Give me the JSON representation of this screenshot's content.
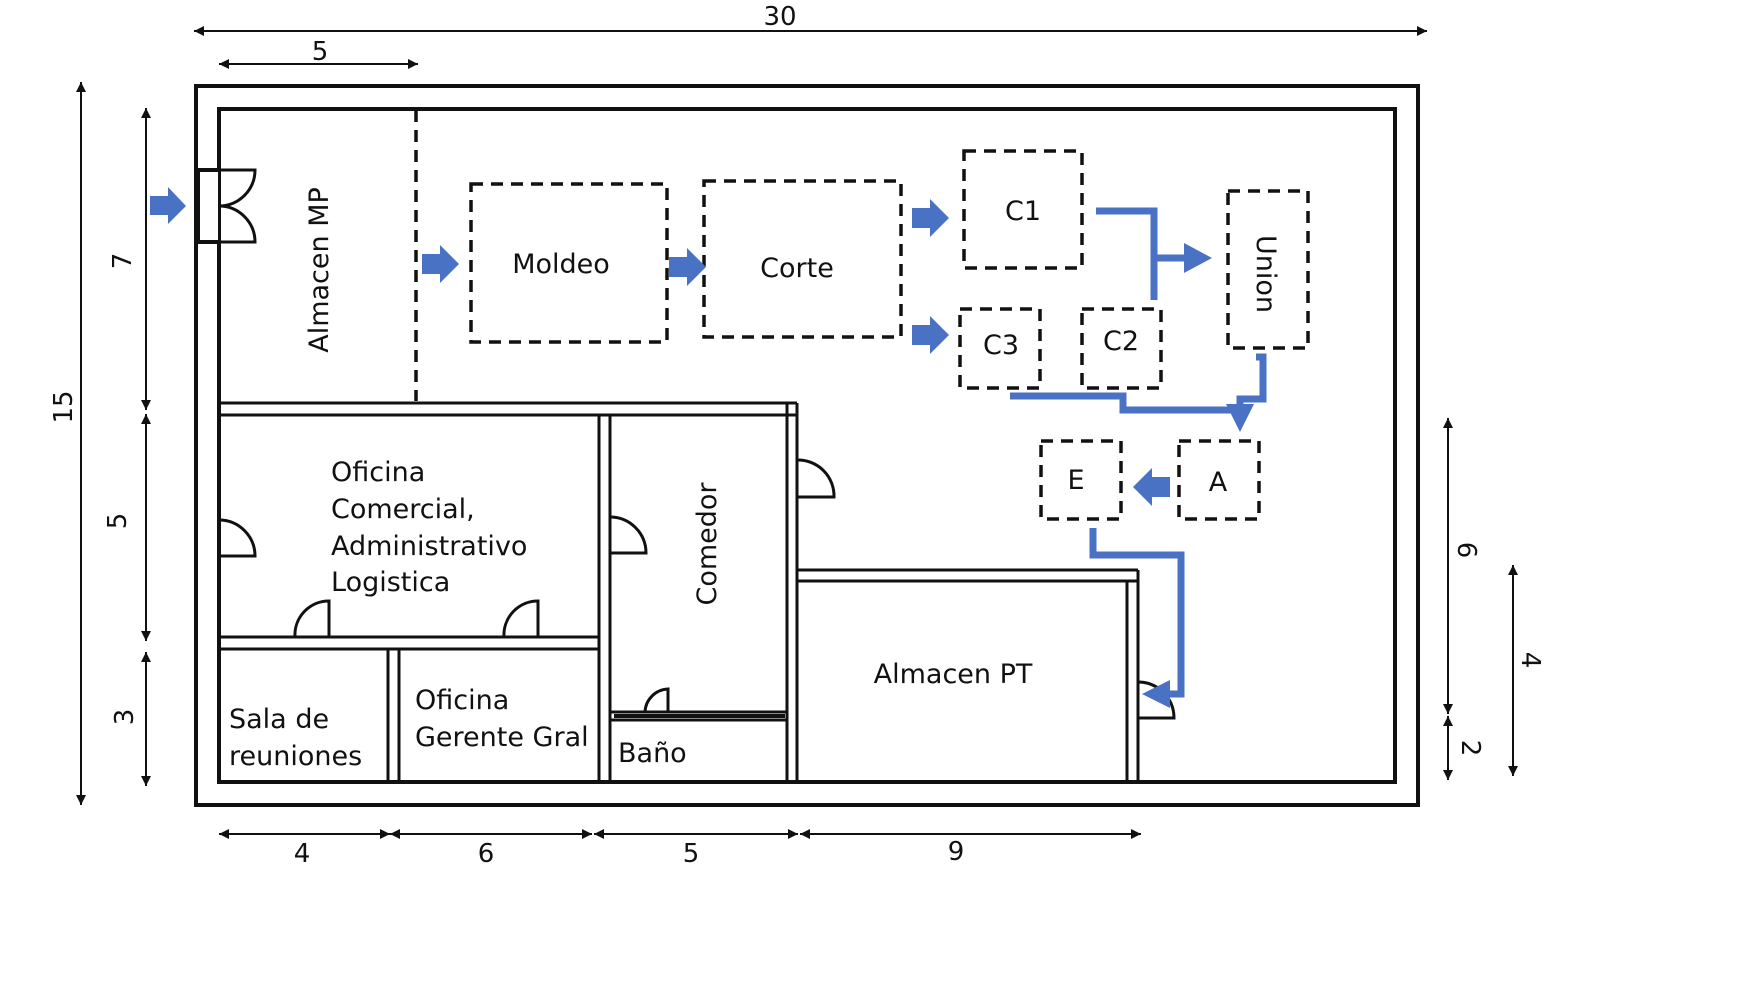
{
  "colors": {
    "wall": "#111111",
    "flow_arrow": "#4a72c4",
    "background": "#ffffff"
  },
  "dimensions": {
    "total_width": "30",
    "almacen_mp_width": "5",
    "total_height": "15",
    "left_upper": "7",
    "left_middle": "5",
    "left_lower": "3",
    "bottom_sala": "4",
    "bottom_oficina": "6",
    "bottom_comedor": "5",
    "bottom_almacen_pt": "9",
    "right_6": "6",
    "right_4": "4",
    "right_2": "2"
  },
  "rooms": {
    "almacen_mp": "Almacen MP",
    "oficina_comercial": [
      "Oficina",
      "Comercial,",
      "Administrativo",
      "Logistica"
    ],
    "comedor": "Comedor",
    "sala_reuniones": [
      "Sala de",
      "reuniones"
    ],
    "oficina_gerente": [
      "Oficina",
      "Gerente Gral"
    ],
    "bano": "Baño",
    "almacen_pt": "Almacen PT"
  },
  "stations": {
    "moldeo": "Moldeo",
    "corte": "Corte",
    "c1": "C1",
    "c2": "C2",
    "c3": "C3",
    "union": "Union",
    "a": "A",
    "e": "E"
  }
}
